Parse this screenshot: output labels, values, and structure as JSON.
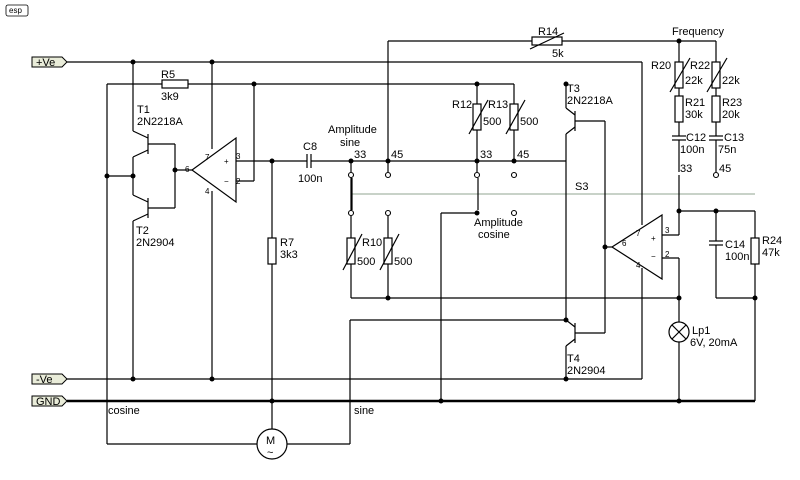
{
  "logo": "esp",
  "rails": {
    "pos": "+Ve",
    "neg": "-Ve",
    "gnd": "GND"
  },
  "nets": {
    "cosine": "cosine",
    "sine": "sine"
  },
  "freq_label": "Frequency",
  "switch": "S3",
  "amp_sine": [
    "Amplitude",
    "sine"
  ],
  "amp_cos": [
    "Amplitude",
    "cosine"
  ],
  "sw_pos": [
    "33",
    "45",
    "33",
    "45",
    "33",
    "45"
  ],
  "opamp_pins": [
    "7",
    "6",
    "4",
    "3",
    "2",
    "+",
    "−"
  ],
  "motor": [
    "M",
    "~"
  ],
  "comp": {
    "R5": [
      "R5",
      "3k9"
    ],
    "T1": [
      "T1",
      "2N2218A"
    ],
    "T2": [
      "T2",
      "2N2904"
    ],
    "R7": [
      "R7",
      "3k3"
    ],
    "C8": [
      "C8",
      "100n"
    ],
    "R10": [
      "R10",
      "500"
    ],
    "R12": [
      "R12",
      "500"
    ],
    "R13": [
      "R13",
      "500"
    ],
    "R14": [
      "R14",
      "5k"
    ],
    "T3": [
      "T3",
      "2N2218A"
    ],
    "T4": [
      "T4",
      "2N2904"
    ],
    "R20": [
      "R20",
      "22k"
    ],
    "R22": [
      "R22",
      "22k"
    ],
    "R21": [
      "R21",
      "30k"
    ],
    "R23": [
      "R23",
      "20k"
    ],
    "C12": [
      "C12",
      "100n"
    ],
    "C13": [
      "C13",
      "75n"
    ],
    "C14": [
      "C14",
      "100n"
    ],
    "R24": [
      "R24",
      "47k"
    ],
    "Lp1": [
      "Lp1",
      "6V, 20mA"
    ]
  }
}
